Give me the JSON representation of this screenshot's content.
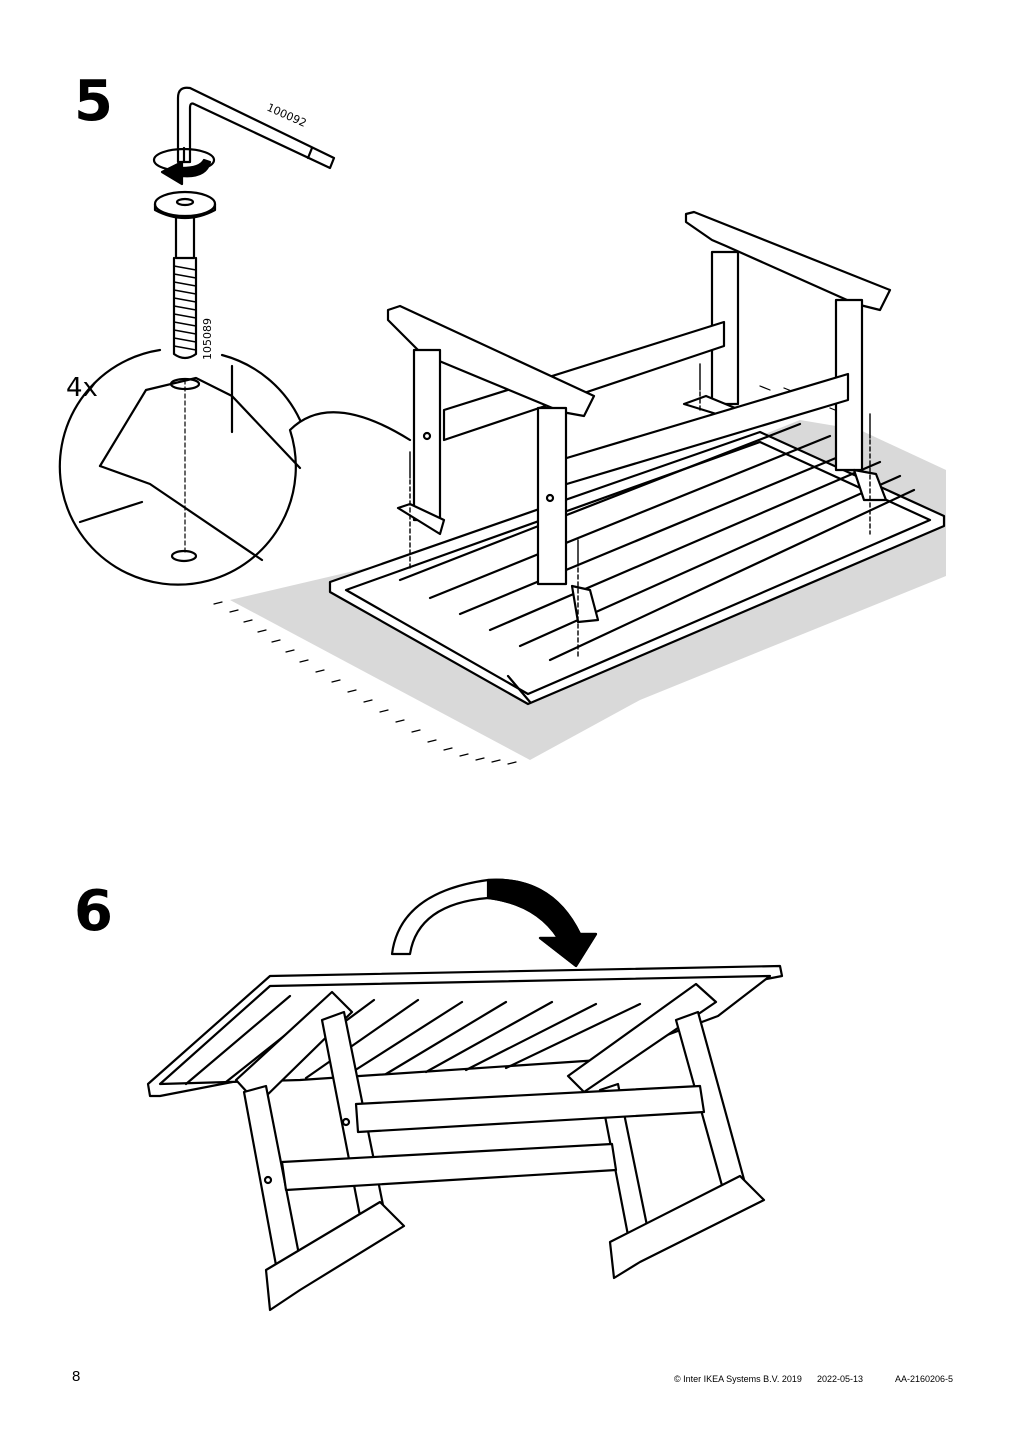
{
  "steps": [
    {
      "number": "5",
      "part_numbers": {
        "allen_key": "100092",
        "bolt": "105089"
      },
      "quantity": "4x"
    },
    {
      "number": "6"
    }
  ],
  "footer": {
    "page_number": "8",
    "copyright": "© Inter IKEA Systems B.V. 2019",
    "date": "2022-05-13",
    "document_id": "AA-2160206-5"
  },
  "colors": {
    "line": "#000000",
    "rug": "#d9d9d9",
    "background": "#ffffff"
  },
  "icons": [
    "allen-key-icon",
    "rotate-arrow-icon",
    "bolt-icon",
    "flip-arrow-icon"
  ]
}
